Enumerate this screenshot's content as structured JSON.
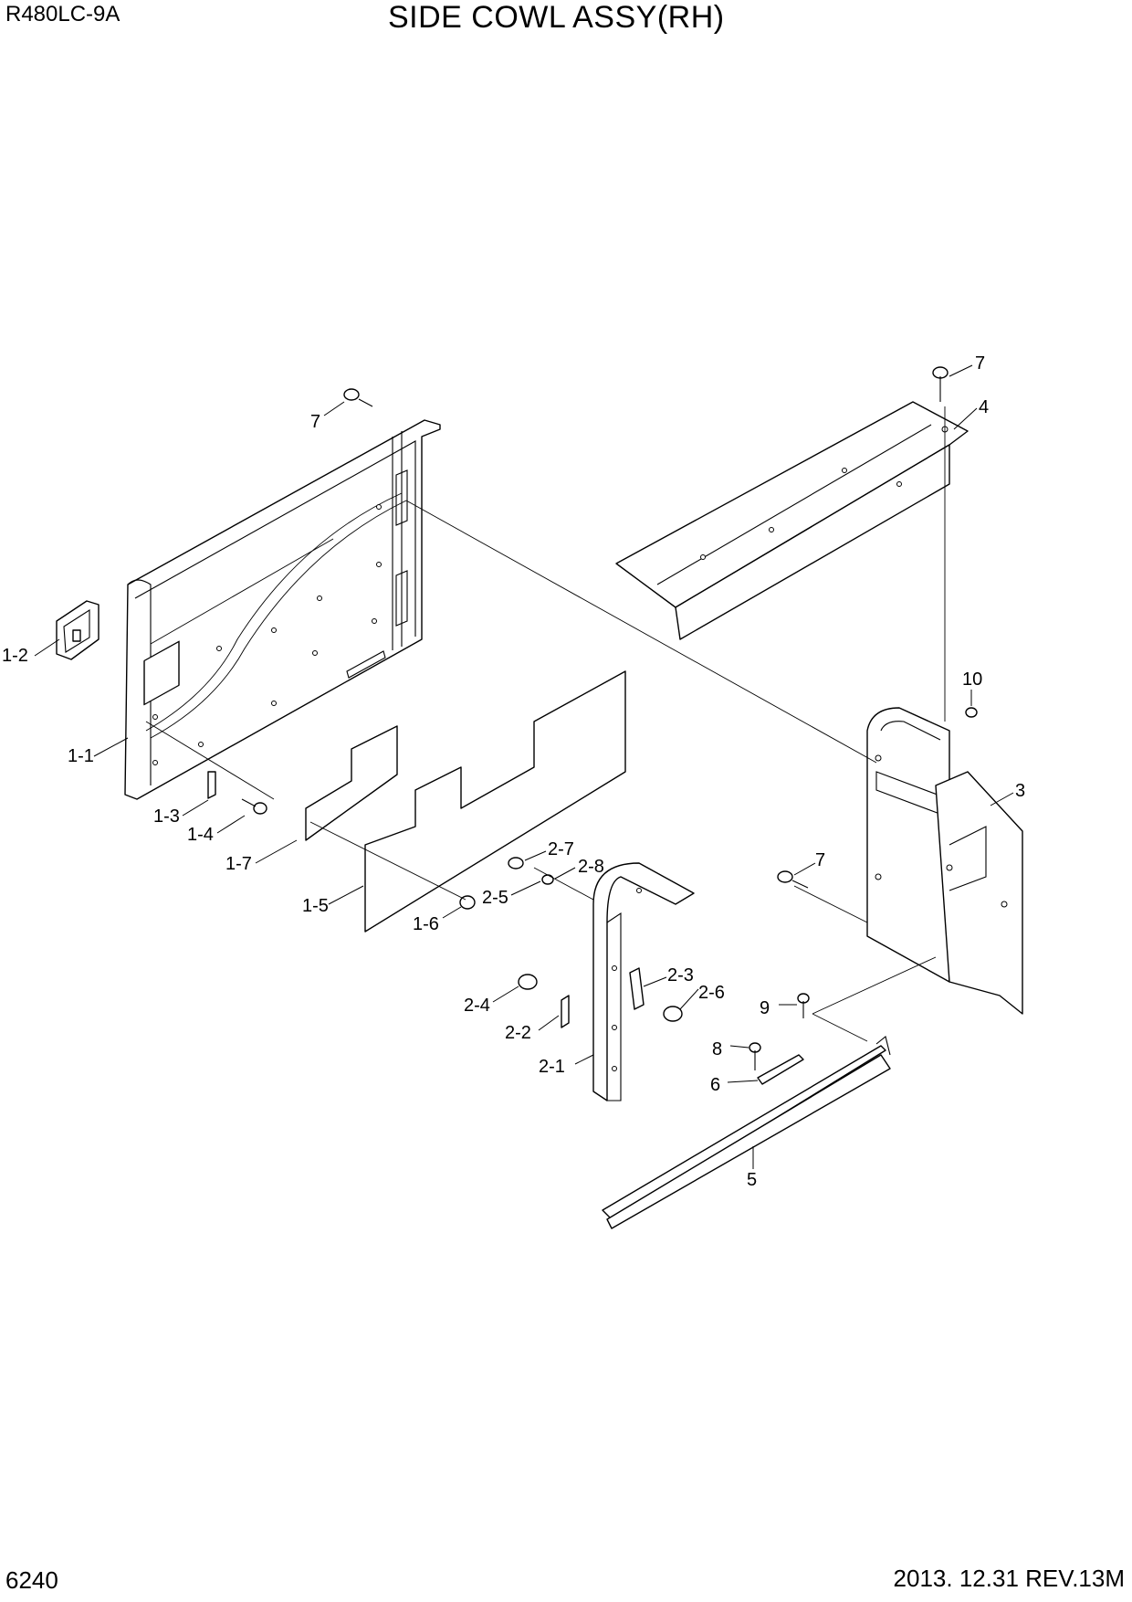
{
  "header": {
    "model": "R480LC-9A",
    "title": "SIDE COWL ASSY(RH)"
  },
  "footer": {
    "page_number": "6240",
    "revision": "2013. 12.31  REV.13M"
  },
  "callouts": {
    "c7_top": "7",
    "c4": "4",
    "c7_left": "7",
    "c1_2": "1-2",
    "c1_1": "1-1",
    "c10": "10",
    "c3": "3",
    "c1_3": "1-3",
    "c1_4": "1-4",
    "c1_7": "1-7",
    "c2_7": "2-7",
    "c2_8": "2-8",
    "c7_right": "7",
    "c2_5": "2-5",
    "c1_5": "1-5",
    "c1_6": "1-6",
    "c2_3": "2-3",
    "c2_6": "2-6",
    "c9": "9",
    "c2_4": "2-4",
    "c2_2": "2-2",
    "c8": "8",
    "c2_1": "2-1",
    "c6": "6",
    "c5": "5"
  }
}
